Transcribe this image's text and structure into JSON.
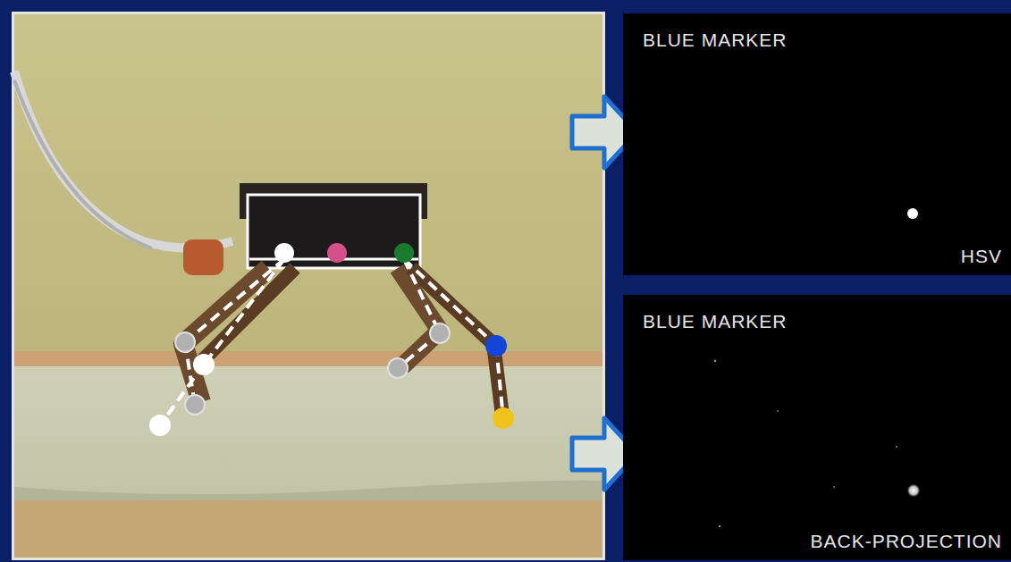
{
  "diagram": {
    "nodes": [
      {
        "text": [
          "BLUE MARKER",
          "HSV"
        ]
      },
      {
        "text": [
          "BLUE MARKER",
          "BACK-PROJECTION"
        ]
      }
    ]
  }
}
